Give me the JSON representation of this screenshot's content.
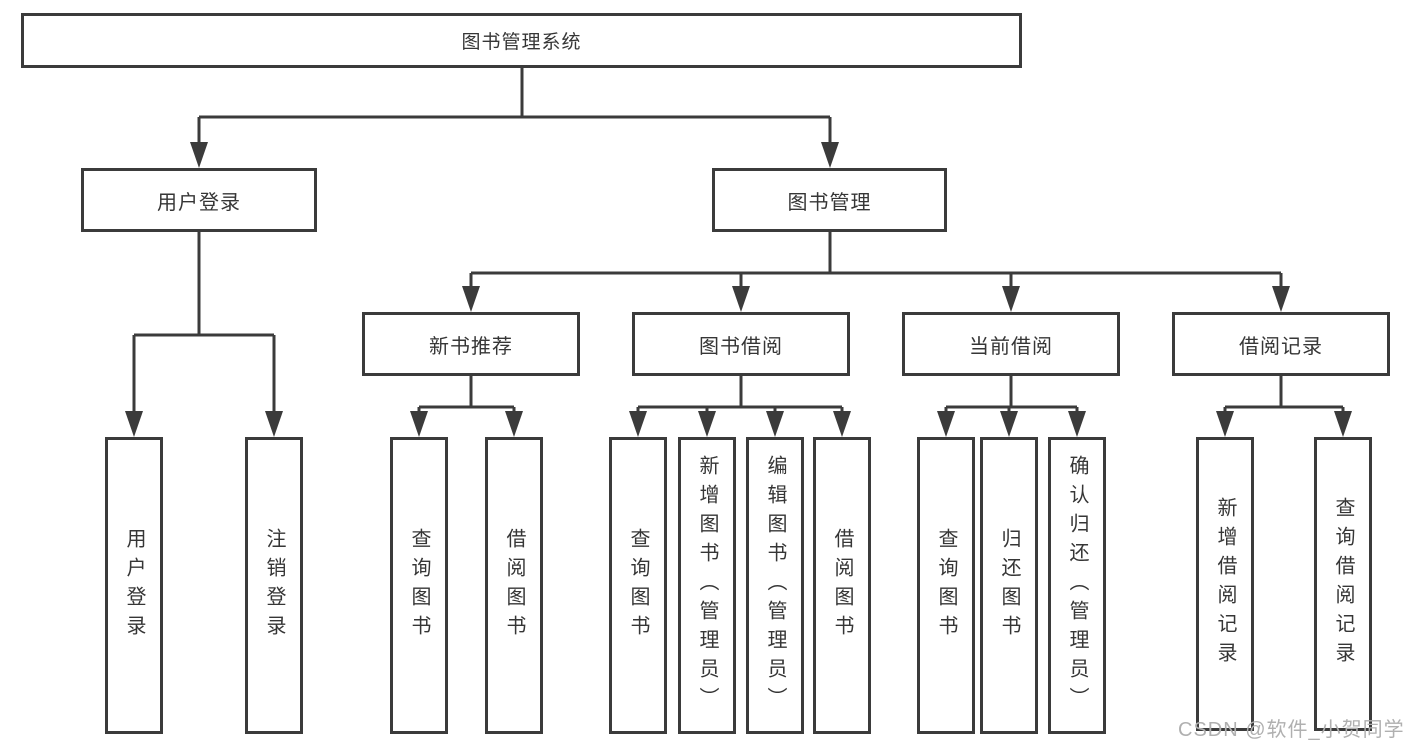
{
  "tree": {
    "label": "图书管理系统",
    "children": [
      {
        "label": "用户登录",
        "children": [
          {
            "label": "用户登录"
          },
          {
            "label": "注销登录"
          }
        ]
      },
      {
        "label": "图书管理",
        "children": [
          {
            "label": "新书推荐",
            "children": [
              {
                "label": "查询图书"
              },
              {
                "label": "借阅图书"
              }
            ]
          },
          {
            "label": "图书借阅",
            "children": [
              {
                "label": "查询图书"
              },
              {
                "label": "新增图书（管理员）"
              },
              {
                "label": "编辑图书（管理员）"
              },
              {
                "label": "借阅图书"
              }
            ]
          },
          {
            "label": "当前借阅",
            "children": [
              {
                "label": "查询图书"
              },
              {
                "label": "归还图书"
              },
              {
                "label": "确认归还（管理员）"
              }
            ]
          },
          {
            "label": "借阅记录",
            "children": [
              {
                "label": "新增借阅记录"
              },
              {
                "label": "查询借阅记录"
              }
            ]
          }
        ]
      }
    ]
  },
  "watermark": "CSDN @软件_小贺同学",
  "colors": {
    "line": "#3b3b3b",
    "text": "#363636",
    "watermark": "#b0b0b0",
    "background": "#ffffff"
  }
}
